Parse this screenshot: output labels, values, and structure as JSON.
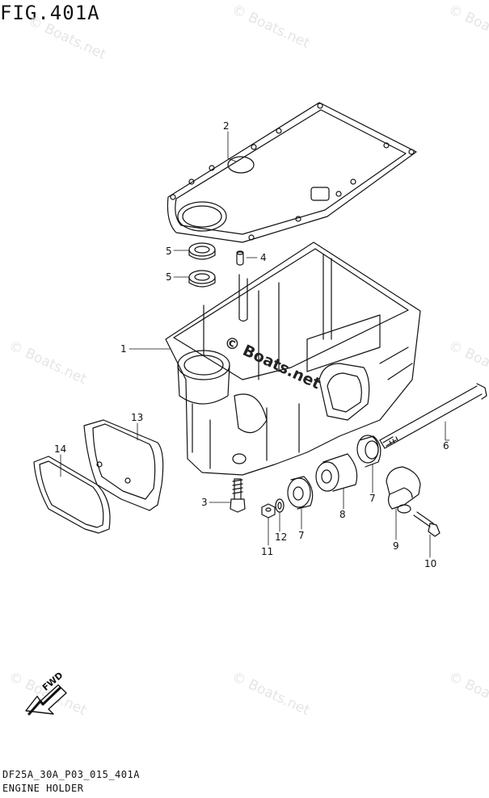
{
  "figure": {
    "title": "FIG.401A"
  },
  "footer": {
    "code": "DF25A_30A_P03_015_401A",
    "name": "ENGINE HOLDER"
  },
  "watermark": {
    "text": "© Boats.net",
    "center_text": "© Boats.net"
  },
  "fwd_arrow": {
    "label": "FWD"
  },
  "callouts": [
    {
      "id": "1",
      "label": "1"
    },
    {
      "id": "2",
      "label": "2"
    },
    {
      "id": "3",
      "label": "3"
    },
    {
      "id": "4",
      "label": "4"
    },
    {
      "id": "5a",
      "label": "5"
    },
    {
      "id": "5b",
      "label": "5"
    },
    {
      "id": "6",
      "label": "6"
    },
    {
      "id": "7a",
      "label": "7"
    },
    {
      "id": "7b",
      "label": "7"
    },
    {
      "id": "8",
      "label": "8"
    },
    {
      "id": "9",
      "label": "9"
    },
    {
      "id": "10",
      "label": "10"
    },
    {
      "id": "11",
      "label": "11"
    },
    {
      "id": "12",
      "label": "12"
    },
    {
      "id": "13",
      "label": "13"
    },
    {
      "id": "14",
      "label": "14"
    }
  ]
}
